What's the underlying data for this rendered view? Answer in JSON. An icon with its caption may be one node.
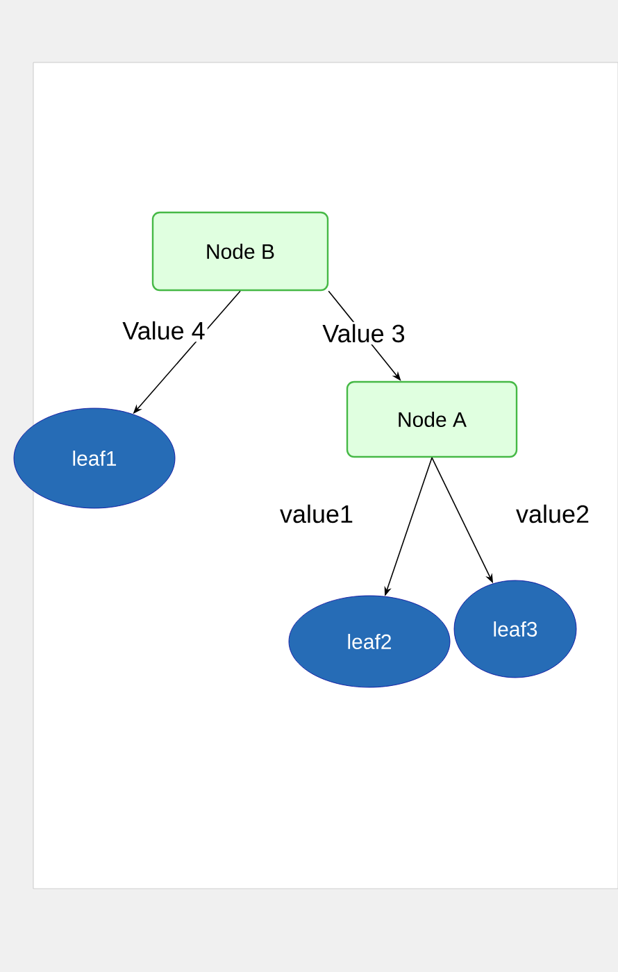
{
  "diagram": {
    "nodes": [
      {
        "text": [
          "Node B"
        ]
      },
      {
        "text": [
          "leaf1"
        ]
      },
      {
        "text": [
          "Node A"
        ]
      },
      {
        "text": [
          "leaf2"
        ]
      },
      {
        "text": [
          "leaf3"
        ]
      }
    ],
    "edges": [
      {
        "from": 0,
        "to": 1,
        "arrow": "to",
        "label": "Value 4"
      },
      {
        "from": 0,
        "to": 2,
        "arrow": "to",
        "label": "Value 3"
      },
      {
        "from": 2,
        "to": 3,
        "arrow": "to",
        "label": "value1"
      },
      {
        "from": 2,
        "to": 4,
        "arrow": "to",
        "label": "value2"
      }
    ]
  }
}
